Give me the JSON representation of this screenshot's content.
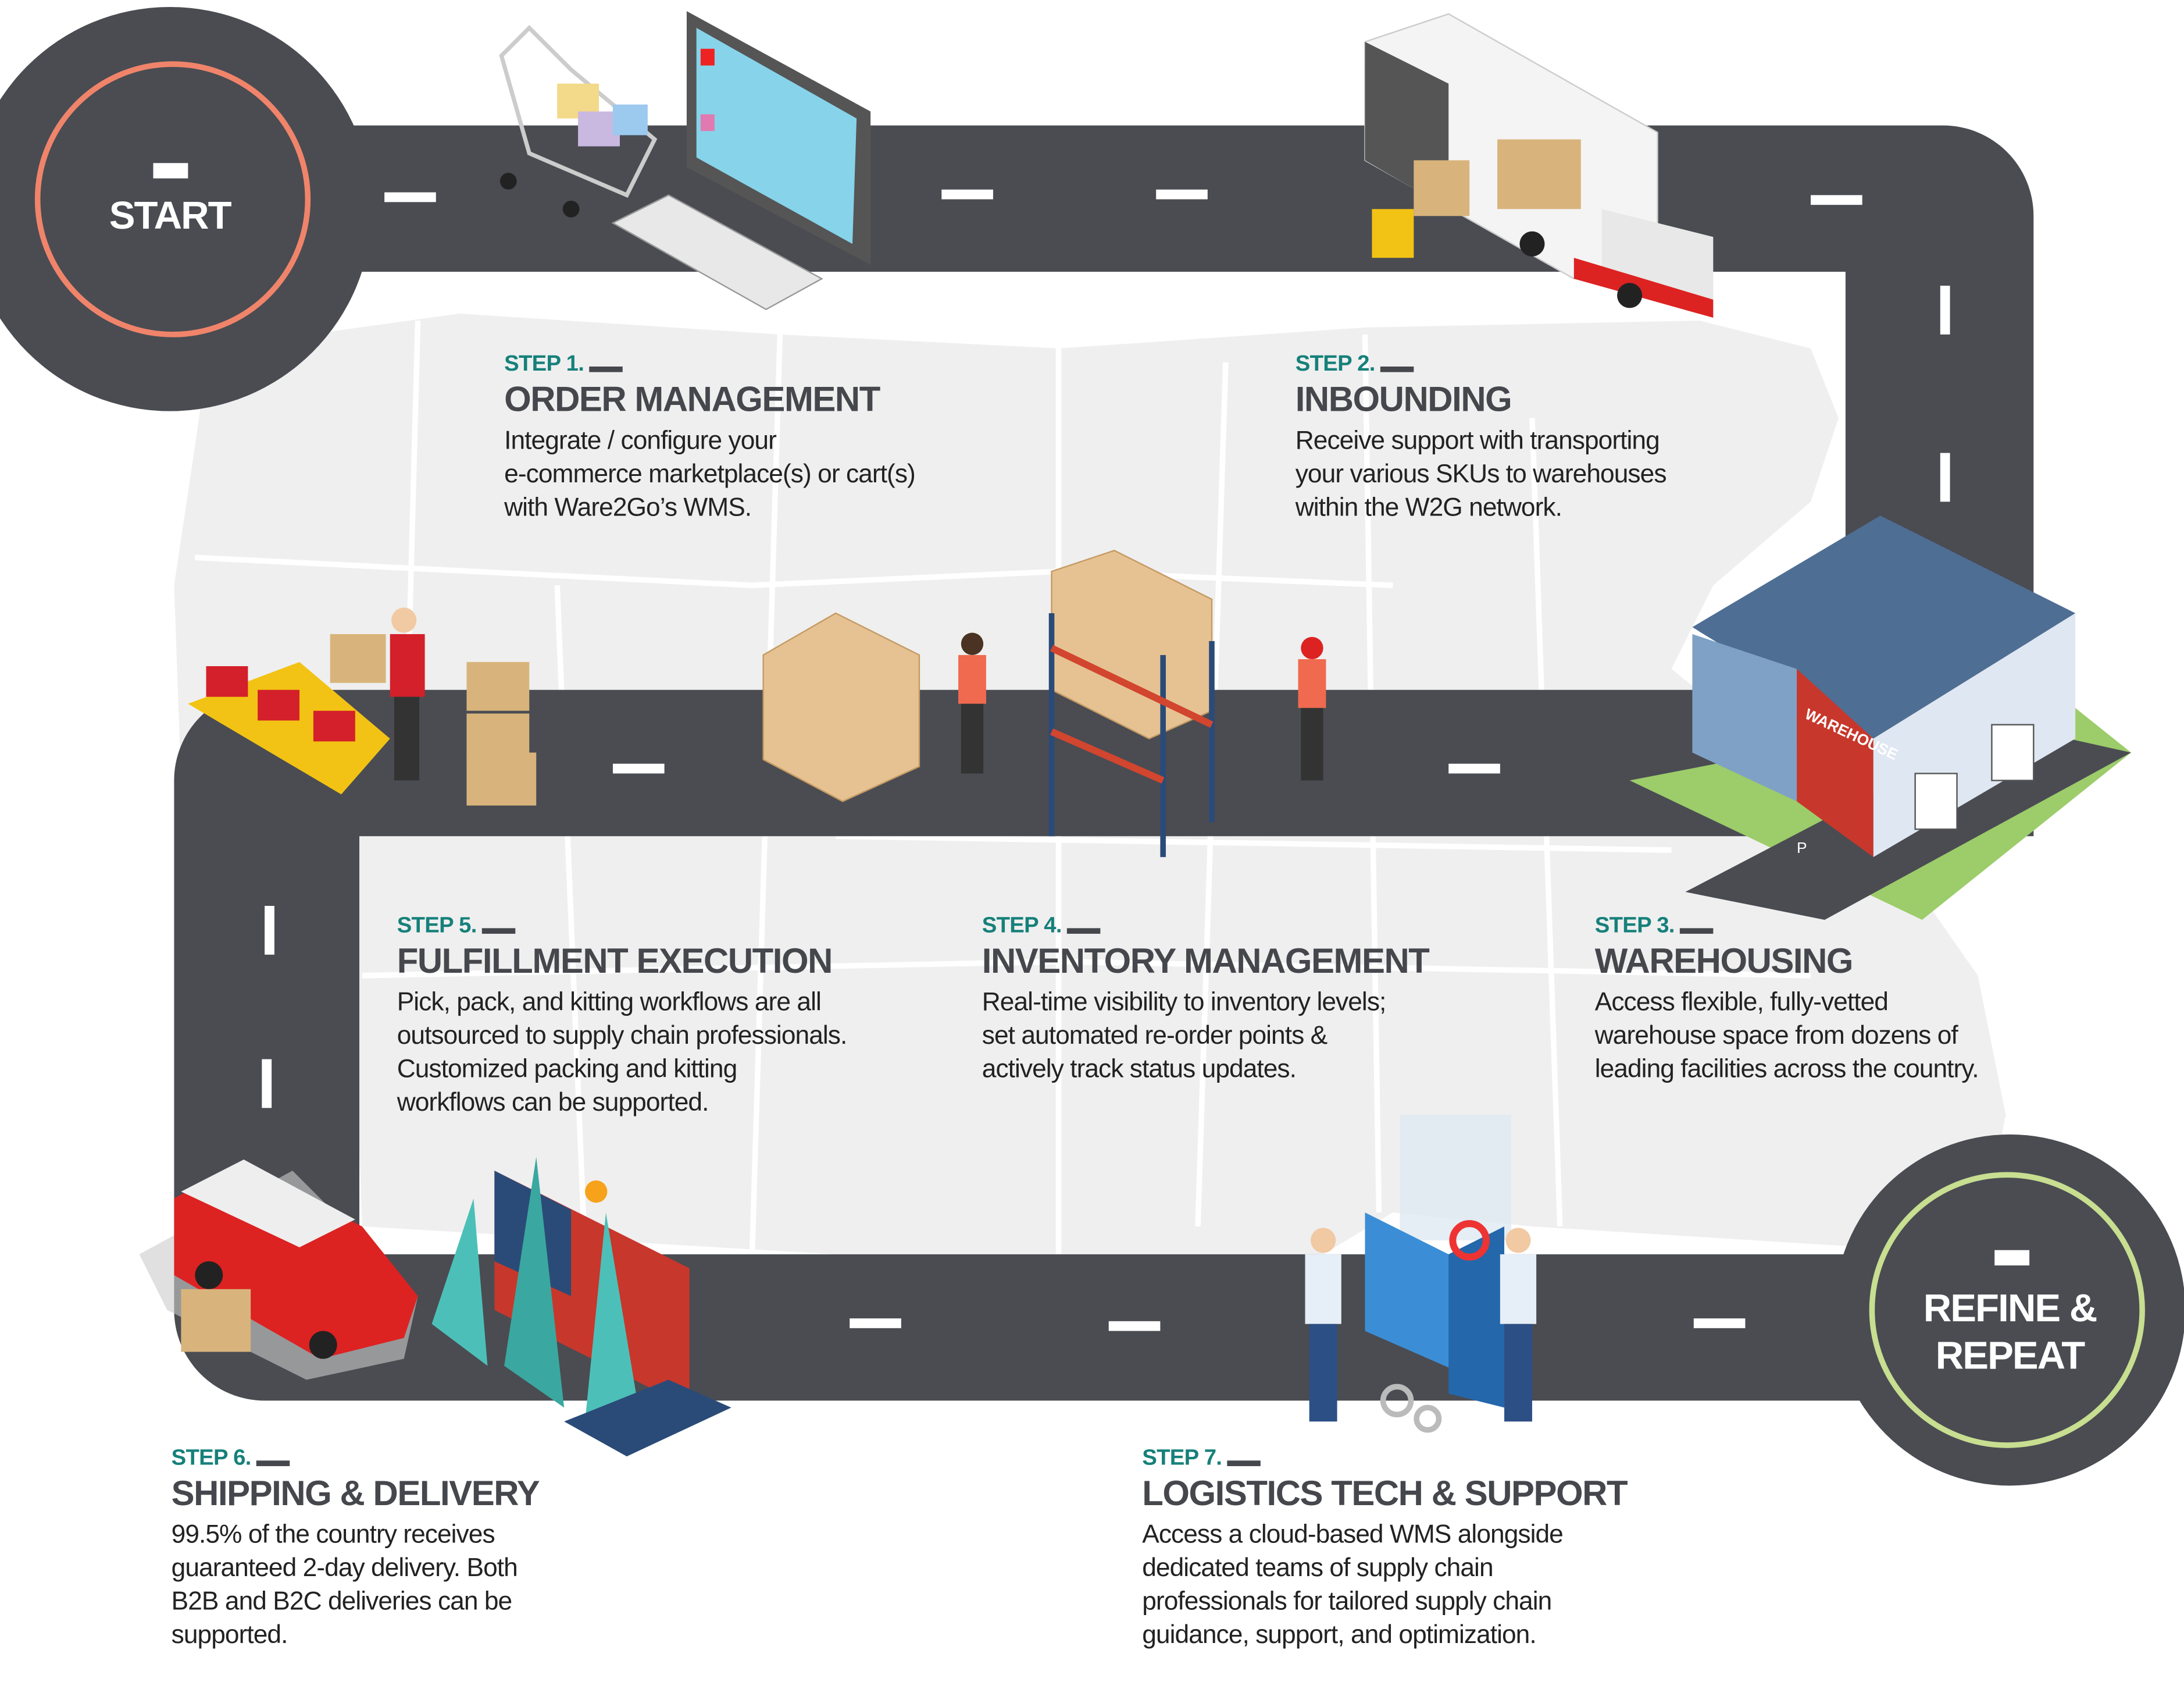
{
  "colors": {
    "road": "#4a4c52",
    "accent_teal": "#16807a",
    "start_ring": "#f0846a",
    "refine_ring": "#c8de90",
    "map": "#efefef"
  },
  "start": {
    "label": "START"
  },
  "refine": {
    "line1": "REFINE &",
    "line2": "REPEAT"
  },
  "steps": [
    {
      "label": "STEP 1.",
      "title": "ORDER MANAGEMENT",
      "body": [
        "Integrate / configure your",
        "e-commerce marketplace(s) or cart(s)",
        "with Ware2Go’s WMS."
      ]
    },
    {
      "label": "STEP 2.",
      "title": "INBOUNDING",
      "body": [
        "Receive support with transporting",
        "your various SKUs to warehouses",
        "within the W2G network."
      ]
    },
    {
      "label": "STEP 3.",
      "title": "WAREHOUSING",
      "body": [
        "Access flexible, fully-vetted",
        "warehouse space from dozens of",
        "leading facilities across the country."
      ]
    },
    {
      "label": "STEP 4.",
      "title": "INVENTORY MANAGEMENT",
      "body": [
        "Real-time visibility to inventory levels;",
        "set automated re-order points &",
        "actively track status updates."
      ]
    },
    {
      "label": "STEP 5.",
      "title": "FULFILLMENT EXECUTION",
      "body": [
        "Pick, pack, and kitting workflows are all",
        "outsourced to supply chain professionals.",
        "Customized  packing and kitting",
        "workflows can be supported."
      ]
    },
    {
      "label": "STEP 6.",
      "title": "SHIPPING & DELIVERY",
      "body": [
        "99.5% of the country receives",
        "guaranteed 2-day delivery. Both",
        "B2B and B2C deliveries can be",
        "supported."
      ]
    },
    {
      "label": "STEP 7.",
      "title": "LOGISTICS TECH & SUPPORT",
      "body": [
        "Access a cloud-based WMS alongside",
        "dedicated teams of supply chain",
        "professionals for tailored supply chain",
        "guidance, support, and optimization."
      ]
    }
  ],
  "illustrations": {
    "warehouse_sign": "WAREHOUSE",
    "parking_sign": "P"
  }
}
